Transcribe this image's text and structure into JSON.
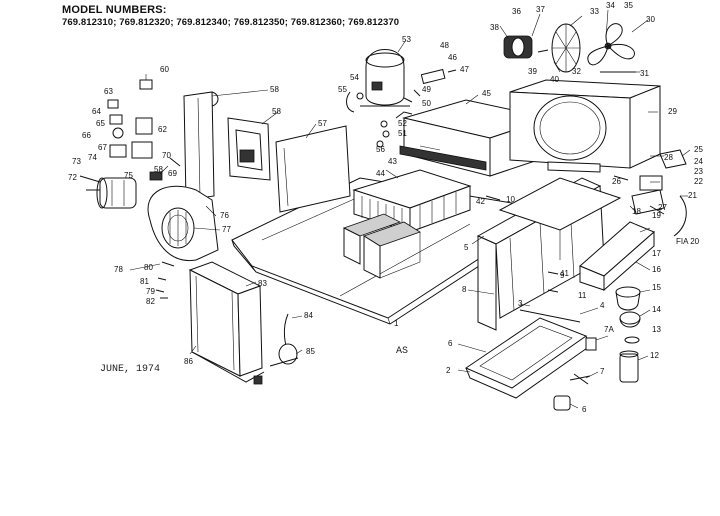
{
  "header": {
    "title": "MODEL NUMBERS:",
    "models": "769.812310; 769.812320; 769.812340; 769.812350; 769.812360; 769.812370"
  },
  "footer": {
    "date": "JUNE, 1974",
    "code": "AS"
  },
  "callouts": [
    {
      "id": "c-1",
      "text": "1"
    },
    {
      "id": "c-2",
      "text": "2"
    },
    {
      "id": "c-3",
      "text": "3"
    },
    {
      "id": "c-4",
      "text": "4"
    },
    {
      "id": "c-5",
      "text": "5"
    },
    {
      "id": "c-6",
      "text": "6"
    },
    {
      "id": "c-6b",
      "text": "6"
    },
    {
      "id": "c-7",
      "text": "7"
    },
    {
      "id": "c-7a",
      "text": "7A"
    },
    {
      "id": "c-8",
      "text": "8"
    },
    {
      "id": "c-9",
      "text": "9"
    },
    {
      "id": "c-10",
      "text": "10"
    },
    {
      "id": "c-11",
      "text": "11"
    },
    {
      "id": "c-12",
      "text": "12"
    },
    {
      "id": "c-13",
      "text": "13"
    },
    {
      "id": "c-14",
      "text": "14"
    },
    {
      "id": "c-15",
      "text": "15"
    },
    {
      "id": "c-16",
      "text": "16"
    },
    {
      "id": "c-17",
      "text": "17"
    },
    {
      "id": "c-18",
      "text": "18"
    },
    {
      "id": "c-19",
      "text": "19"
    },
    {
      "id": "c-20",
      "text": "FIA 20"
    },
    {
      "id": "c-21",
      "text": "21"
    },
    {
      "id": "c-22",
      "text": "22"
    },
    {
      "id": "c-23",
      "text": "23"
    },
    {
      "id": "c-24",
      "text": "24"
    },
    {
      "id": "c-25",
      "text": "25"
    },
    {
      "id": "c-26",
      "text": "26"
    },
    {
      "id": "c-27",
      "text": "27"
    },
    {
      "id": "c-28",
      "text": "28"
    },
    {
      "id": "c-29",
      "text": "29"
    },
    {
      "id": "c-30",
      "text": "30"
    },
    {
      "id": "c-31",
      "text": "31"
    },
    {
      "id": "c-32",
      "text": "32"
    },
    {
      "id": "c-33",
      "text": "33"
    },
    {
      "id": "c-34",
      "text": "34"
    },
    {
      "id": "c-35",
      "text": "35"
    },
    {
      "id": "c-36",
      "text": "36"
    },
    {
      "id": "c-37",
      "text": "37"
    },
    {
      "id": "c-38",
      "text": "38"
    },
    {
      "id": "c-39",
      "text": "39"
    },
    {
      "id": "c-40",
      "text": "40"
    },
    {
      "id": "c-41",
      "text": "41"
    },
    {
      "id": "c-42",
      "text": "42"
    },
    {
      "id": "c-43",
      "text": "43"
    },
    {
      "id": "c-44",
      "text": "44"
    },
    {
      "id": "c-45",
      "text": "45"
    },
    {
      "id": "c-46",
      "text": "46"
    },
    {
      "id": "c-47",
      "text": "47"
    },
    {
      "id": "c-48",
      "text": "48"
    },
    {
      "id": "c-49",
      "text": "49"
    },
    {
      "id": "c-50",
      "text": "50"
    },
    {
      "id": "c-51",
      "text": "51"
    },
    {
      "id": "c-52",
      "text": "52"
    },
    {
      "id": "c-53",
      "text": "53"
    },
    {
      "id": "c-54",
      "text": "54"
    },
    {
      "id": "c-55",
      "text": "55"
    },
    {
      "id": "c-56",
      "text": "56"
    },
    {
      "id": "c-57",
      "text": "57"
    },
    {
      "id": "c-58a",
      "text": "58"
    },
    {
      "id": "c-58b",
      "text": "58"
    },
    {
      "id": "c-58c",
      "text": "58"
    },
    {
      "id": "c-60",
      "text": "60"
    },
    {
      "id": "c-62",
      "text": "62"
    },
    {
      "id": "c-63",
      "text": "63"
    },
    {
      "id": "c-64",
      "text": "64"
    },
    {
      "id": "c-65",
      "text": "65"
    },
    {
      "id": "c-66",
      "text": "66"
    },
    {
      "id": "c-67",
      "text": "67"
    },
    {
      "id": "c-69",
      "text": "69"
    },
    {
      "id": "c-70",
      "text": "70"
    },
    {
      "id": "c-72",
      "text": "72"
    },
    {
      "id": "c-73",
      "text": "73"
    },
    {
      "id": "c-74",
      "text": "74"
    },
    {
      "id": "c-75",
      "text": "75"
    },
    {
      "id": "c-76",
      "text": "76"
    },
    {
      "id": "c-77",
      "text": "77"
    },
    {
      "id": "c-78",
      "text": "78"
    },
    {
      "id": "c-79",
      "text": "79"
    },
    {
      "id": "c-80",
      "text": "80"
    },
    {
      "id": "c-81",
      "text": "81"
    },
    {
      "id": "c-82",
      "text": "82"
    },
    {
      "id": "c-83",
      "text": "83"
    },
    {
      "id": "c-84",
      "text": "84"
    },
    {
      "id": "c-85",
      "text": "85"
    },
    {
      "id": "c-86",
      "text": "86"
    }
  ]
}
